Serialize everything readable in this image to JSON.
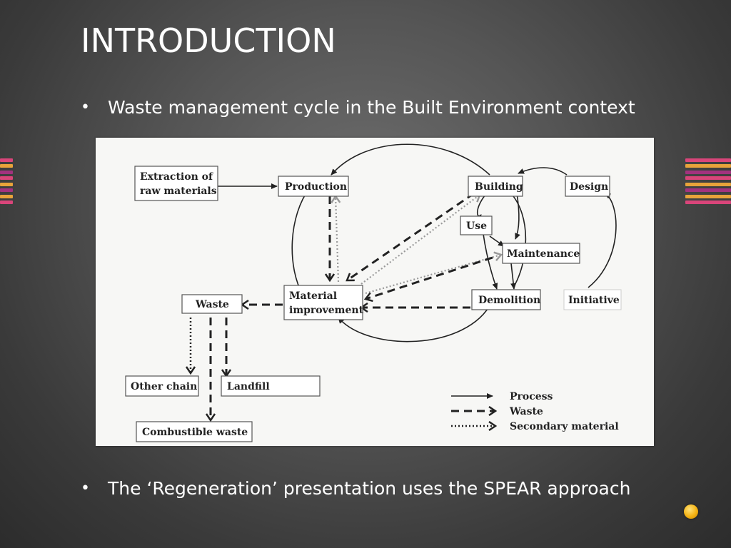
{
  "slide": {
    "title": "INTRODUCTION",
    "bullets": [
      "Waste management cycle in the Built Environment context",
      "The ‘Regeneration’ presentation uses the SPEAR approach"
    ],
    "bullet_symbol": "•",
    "accent_colors": {
      "stripe_pink": "#d9457a",
      "stripe_orange": "#e8a33a",
      "stripe_purple": "#a2327e",
      "orb": "#f4b213"
    }
  },
  "diagram": {
    "nodes": {
      "extraction_line1": "Extraction of",
      "extraction_line2": "raw materials",
      "production": "Production",
      "building": "Building",
      "design": "Design",
      "use": "Use",
      "maintenance": "Maintenance",
      "material_line1": "Material",
      "material_line2": "improvement",
      "demolition": "Demolition",
      "initiative": "Initiative",
      "waste": "Waste",
      "other_chain": "Other chain",
      "landfill": "Landfill",
      "combustible_waste": "Combustible waste"
    },
    "legend": {
      "process": "Process",
      "waste": "Waste",
      "secondary_material": "Secondary material"
    }
  }
}
